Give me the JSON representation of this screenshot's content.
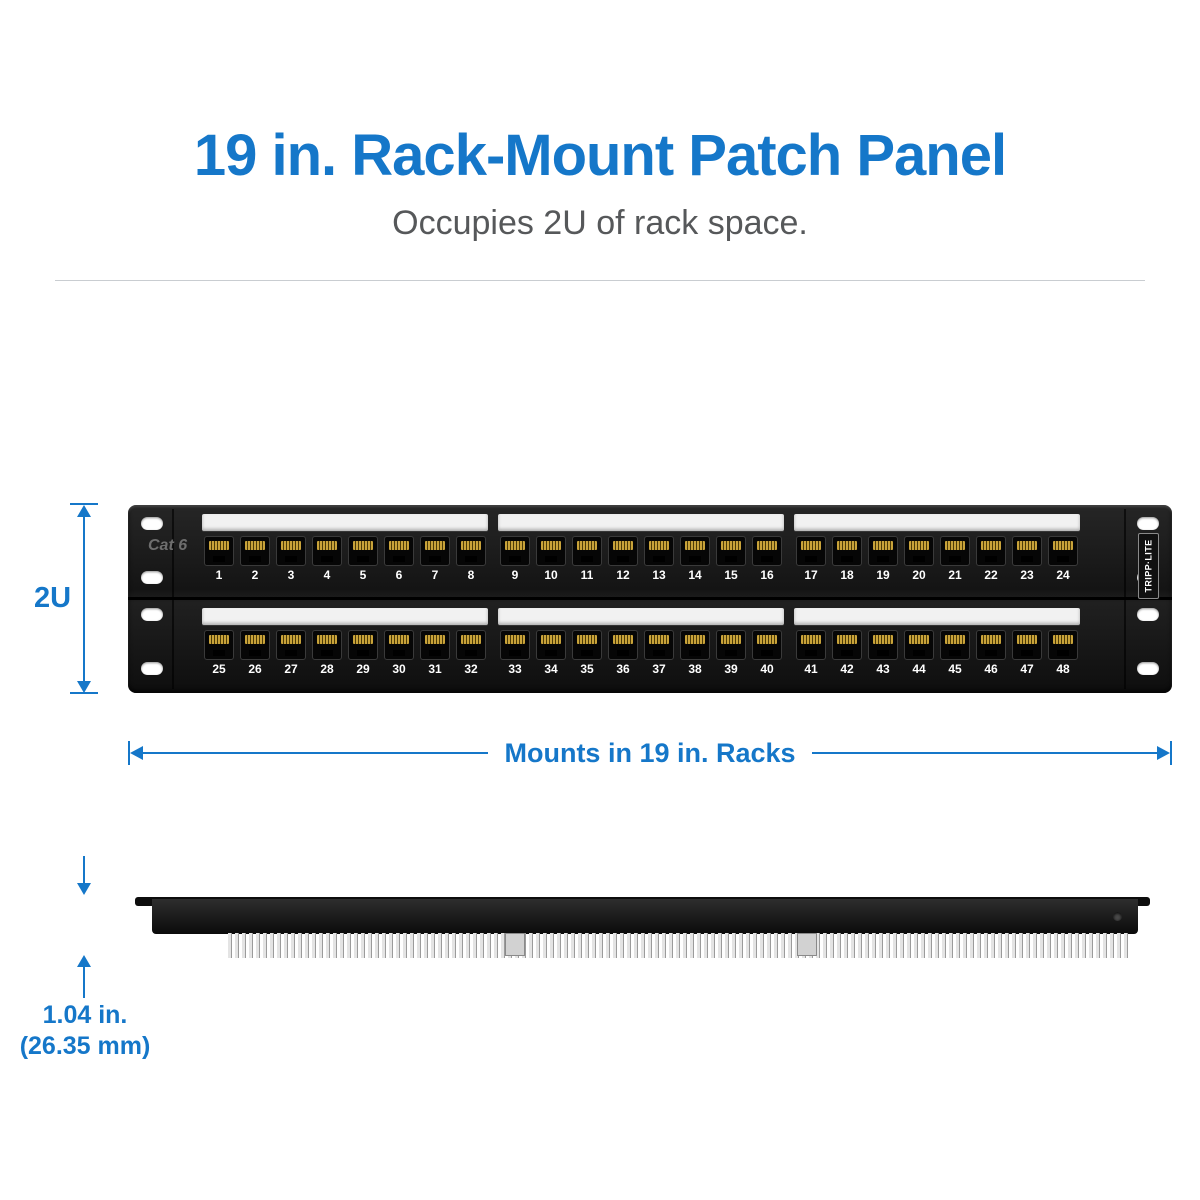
{
  "header": {
    "title": "19 in. Rack-Mount Patch Panel",
    "subtitle": "Occupies 2U of rack space."
  },
  "panel": {
    "brand": "TRIPP·LITE",
    "model_label": "Cat 6",
    "rows": [
      {
        "groups": [
          [
            "1",
            "2",
            "3",
            "4",
            "5",
            "6",
            "7",
            "8"
          ],
          [
            "9",
            "10",
            "11",
            "12",
            "13",
            "14",
            "15",
            "16"
          ],
          [
            "17",
            "18",
            "19",
            "20",
            "21",
            "22",
            "23",
            "24"
          ]
        ]
      },
      {
        "groups": [
          [
            "25",
            "26",
            "27",
            "28",
            "29",
            "30",
            "31",
            "32"
          ],
          [
            "33",
            "34",
            "35",
            "36",
            "37",
            "38",
            "39",
            "40"
          ],
          [
            "41",
            "42",
            "43",
            "44",
            "45",
            "46",
            "47",
            "48"
          ]
        ]
      }
    ]
  },
  "dimensions": {
    "rack_height": "2U",
    "rack_width": "Mounts in 19 in. Racks",
    "depth_in": "1.04 in.",
    "depth_mm": "(26.35 mm)"
  },
  "colors": {
    "accent": "#1577c9",
    "panel_black": "#161616"
  }
}
